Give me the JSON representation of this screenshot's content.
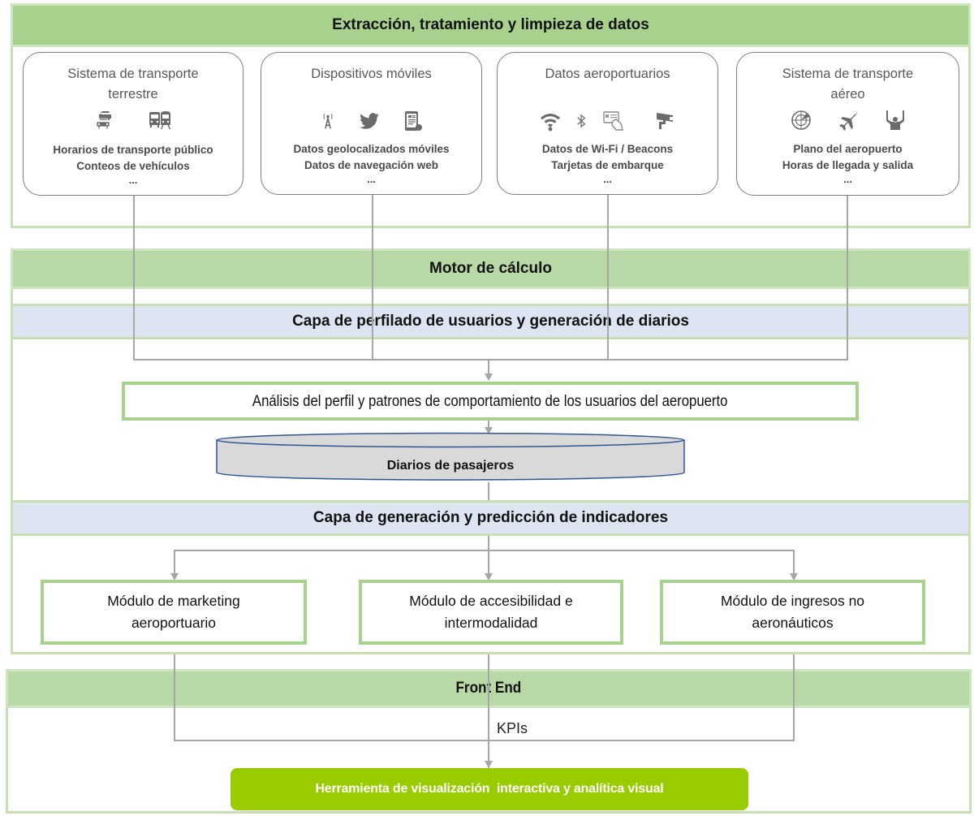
{
  "layers": {
    "extraction": {
      "title": "Extracción, tratamiento y limpieza de datos"
    },
    "engine": {
      "title": "Motor de cálculo"
    },
    "profiling": {
      "title": "Capa de perfilado de usuarios y generación de diarios"
    },
    "indicators": {
      "title": "Capa de generación y predicción de indicadores"
    },
    "frontend": {
      "title": "Front End"
    }
  },
  "sources": [
    {
      "title": "Sistema de transporte terrestre",
      "icons": [
        "cars-icon",
        "bus-train-icon"
      ],
      "lines": [
        "Horarios de transporte público",
        "Conteos de vehículos"
      ],
      "more": "..."
    },
    {
      "title": "Dispositivos móviles",
      "icons": [
        "antenna-icon",
        "twitter-icon",
        "mobile-browsing-icon"
      ],
      "lines": [
        "Datos geolocalizados móviles",
        "Datos de navegación web"
      ],
      "more": "..."
    },
    {
      "title": "Datos aeroportuarios",
      "icons": [
        "wifi-icon",
        "bluetooth-icon",
        "boarding-pass-icon",
        "security-camera-icon"
      ],
      "lines": [
        "Datos de Wi-Fi / Beacons",
        "Tarjetas de embarque"
      ],
      "more": "..."
    },
    {
      "title": "Sistema de transporte aéreo",
      "icons": [
        "radar-icon",
        "airplane-icon",
        "ground-marshal-icon"
      ],
      "lines": [
        "Plano del aeropuerto",
        "Horas de llegada y salida"
      ],
      "more": "..."
    }
  ],
  "analysis": {
    "label": "Análisis del perfil y patrones de comportamiento de los usuarios del aeropuerto"
  },
  "database": {
    "label": "Diarios de pasajeros"
  },
  "modules": [
    {
      "line1": "Módulo de marketing",
      "line2": "aeroportuario"
    },
    {
      "line1": "Módulo de accesibilidad e",
      "line2": "intermodalidad"
    },
    {
      "line1": "Módulo de ingresos no",
      "line2": "aeronáuticos"
    }
  ],
  "kpis": {
    "label": "KPIs"
  },
  "tool": {
    "label": "Herramienta de visualización  interactiva y analítica visual"
  },
  "colors": {
    "layer_green": "#a9d18e",
    "layer_blue": "#dde5f3",
    "frame_green": "#c6e0b4",
    "tool_green": "#99cc00",
    "connector_gray": "#a6a6a6",
    "database_fill": "#d9d9d9",
    "database_stroke": "#2f5597"
  }
}
